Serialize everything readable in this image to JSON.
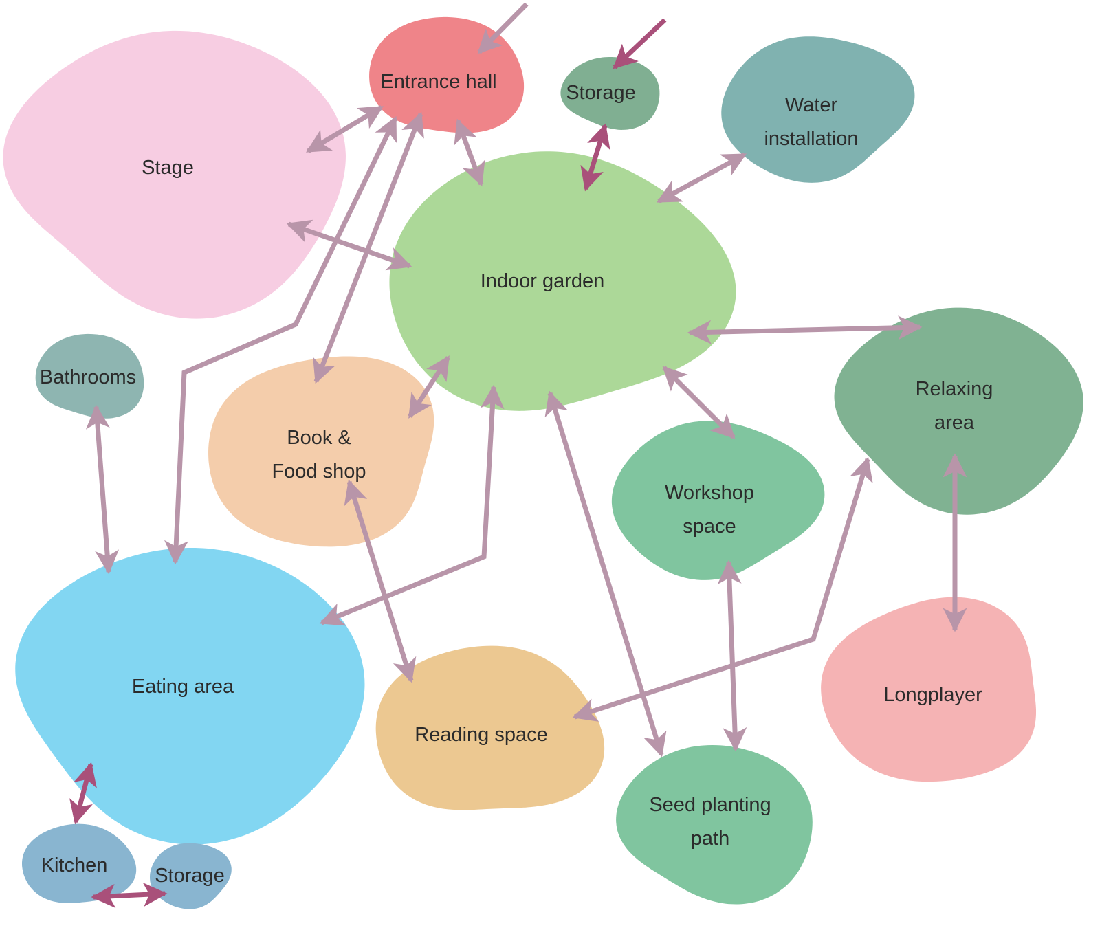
{
  "colors": {
    "connector": "#b895a9",
    "connector_dark": "#a9507a"
  },
  "nodes": [
    {
      "id": "stage",
      "lines": [
        "Stage"
      ],
      "color": "#f7cde2"
    },
    {
      "id": "entrance-hall",
      "lines": [
        "Entrance hall"
      ],
      "color": "#ef8489"
    },
    {
      "id": "storage-top",
      "lines": [
        "Storage"
      ],
      "color": "#80af92"
    },
    {
      "id": "water-installation",
      "lines": [
        "Water",
        "installation"
      ],
      "color": "#80b2b0"
    },
    {
      "id": "indoor-garden",
      "lines": [
        "Indoor garden"
      ],
      "color": "#acd898"
    },
    {
      "id": "bathrooms",
      "lines": [
        "Bathrooms"
      ],
      "color": "#8eb5b1"
    },
    {
      "id": "book-food-shop",
      "lines": [
        "Book &",
        "Food shop"
      ],
      "color": "#f4cdab"
    },
    {
      "id": "relaxing-area",
      "lines": [
        "Relaxing",
        "area"
      ],
      "color": "#80b292"
    },
    {
      "id": "workshop-space",
      "lines": [
        "Workshop",
        "space"
      ],
      "color": "#80c59f"
    },
    {
      "id": "eating-area",
      "lines": [
        "Eating area"
      ],
      "color": "#82d6f2"
    },
    {
      "id": "reading-space",
      "lines": [
        "Reading space"
      ],
      "color": "#ecc891"
    },
    {
      "id": "longplayer",
      "lines": [
        "Longplayer"
      ],
      "color": "#f5b3b4"
    },
    {
      "id": "seed-planting-path",
      "lines": [
        "Seed planting",
        "path"
      ],
      "color": "#80c59f"
    },
    {
      "id": "kitchen",
      "lines": [
        "Kitchen"
      ],
      "color": "#89b5d0"
    },
    {
      "id": "storage-bottom",
      "lines": [
        "Storage"
      ],
      "color": "#89b5d0"
    }
  ],
  "links": [
    {
      "from": "entrance",
      "to": "entrance-hall",
      "directed": true,
      "tone": "light"
    },
    {
      "from": "entrance",
      "to": "storage-top",
      "directed": true,
      "tone": "dark"
    },
    {
      "from": "entrance-hall",
      "to": "stage",
      "directed": false,
      "tone": "light"
    },
    {
      "from": "entrance-hall",
      "to": "indoor-garden",
      "directed": false,
      "tone": "light"
    },
    {
      "from": "entrance-hall",
      "to": "eating-area",
      "directed": false,
      "tone": "light"
    },
    {
      "from": "entrance-hall",
      "to": "book-food-shop",
      "directed": false,
      "tone": "light"
    },
    {
      "from": "storage-top",
      "to": "indoor-garden",
      "directed": false,
      "tone": "dark"
    },
    {
      "from": "water-installation",
      "to": "indoor-garden",
      "directed": false,
      "tone": "light"
    },
    {
      "from": "stage",
      "to": "indoor-garden",
      "directed": false,
      "tone": "light"
    },
    {
      "from": "indoor-garden",
      "to": "relaxing-area",
      "directed": false,
      "tone": "light"
    },
    {
      "from": "indoor-garden",
      "to": "book-food-shop",
      "directed": false,
      "tone": "light"
    },
    {
      "from": "indoor-garden",
      "to": "workshop-space",
      "directed": false,
      "tone": "light"
    },
    {
      "from": "indoor-garden",
      "to": "eating-area",
      "directed": false,
      "tone": "light"
    },
    {
      "from": "indoor-garden",
      "to": "seed-planting-path",
      "directed": false,
      "tone": "light"
    },
    {
      "from": "bathrooms",
      "to": "eating-area",
      "directed": false,
      "tone": "light"
    },
    {
      "from": "book-food-shop",
      "to": "reading-space",
      "directed": false,
      "tone": "light"
    },
    {
      "from": "relaxing-area",
      "to": "reading-space",
      "directed": false,
      "tone": "light"
    },
    {
      "from": "relaxing-area",
      "to": "longplayer",
      "directed": false,
      "tone": "light"
    },
    {
      "from": "workshop-space",
      "to": "seed-planting-path",
      "directed": false,
      "tone": "light"
    },
    {
      "from": "eating-area",
      "to": "kitchen",
      "directed": false,
      "tone": "dark"
    },
    {
      "from": "kitchen",
      "to": "storage-bottom",
      "directed": false,
      "tone": "dark"
    }
  ]
}
